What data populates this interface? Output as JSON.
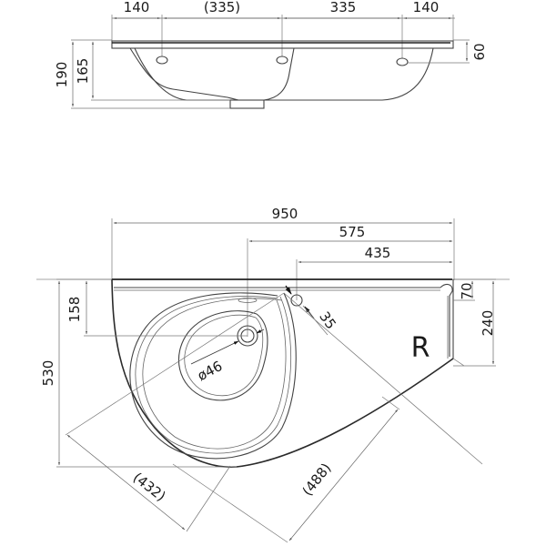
{
  "drawing": {
    "title": "Corner washbasin technical drawing",
    "side_label": "R",
    "side_view": {
      "top_dims": [
        "140",
        "(335)",
        "335",
        "140"
      ],
      "height_dims": {
        "outer": "190",
        "inner": "165",
        "rim": "60"
      }
    },
    "top_view": {
      "width_dims": {
        "overall": "950",
        "to_drain": "575",
        "to_tap_hole": "435"
      },
      "right_dims": {
        "rim": "70",
        "depth_right": "240"
      },
      "left_dims": {
        "overall_depth": "530",
        "drain_offset": "158"
      },
      "drain_diameter": "ø46",
      "tap_hole_offset": "35",
      "diagonal_dims": {
        "left": "(432)",
        "right": "(488)"
      }
    },
    "colors": {
      "line": "#2a2a2a",
      "background": "#ffffff"
    }
  }
}
